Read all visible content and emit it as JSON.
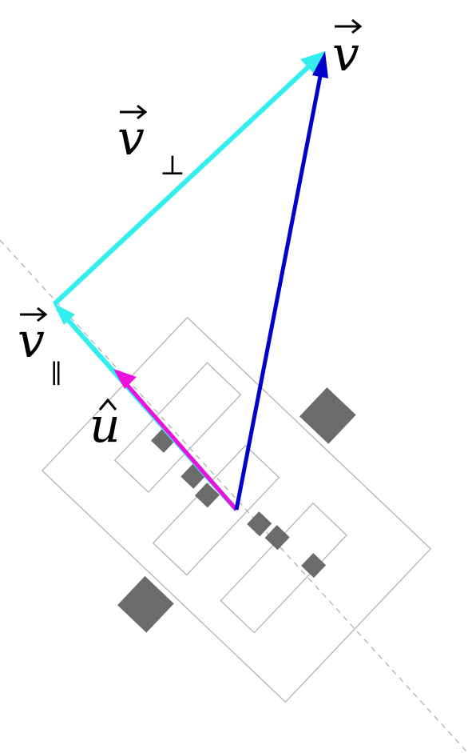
{
  "colors": {
    "background": "#ffffff",
    "axis_line": "#aaaaaa",
    "outline": "#b3b3b3",
    "block": "#6b6b6b",
    "v": "#0000cc",
    "v_parallel": "#33eeee",
    "v_perp": "#33eeee",
    "u_hat": "#ee11dd"
  },
  "labels": {
    "v": "v",
    "v_perp": "v",
    "v_perp_sub": "⊥",
    "v_parallel": "v",
    "v_parallel_sub": "∥",
    "u_hat": "u"
  }
}
